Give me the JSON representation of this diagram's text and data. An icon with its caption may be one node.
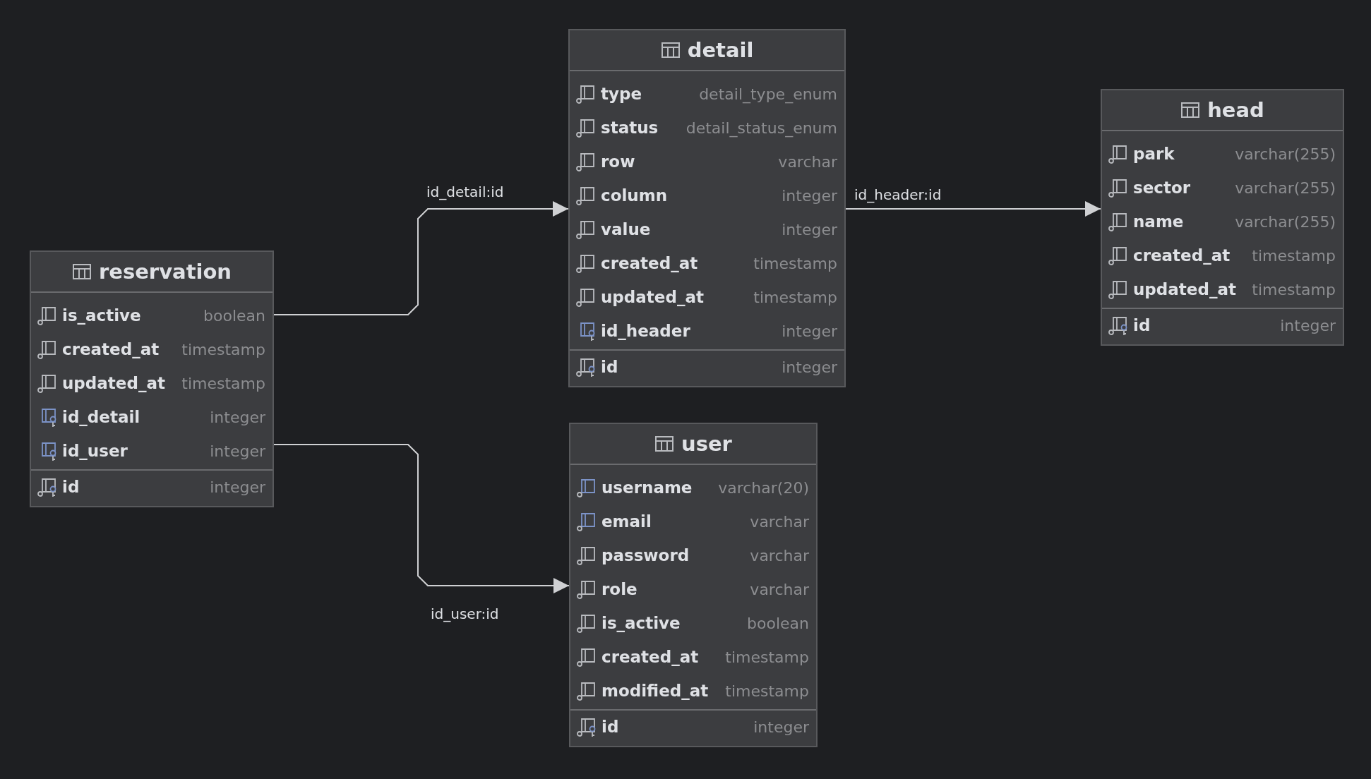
{
  "diagram": {
    "nodes": [
      {
        "text": [
          "reservation"
        ]
      },
      {
        "text": [
          "is_active",
          "boolean"
        ],
        "in": 0
      },
      {
        "text": [
          "created_at",
          "timestamp"
        ],
        "in": 0
      },
      {
        "text": [
          "updated_at",
          "timestamp"
        ],
        "in": 0
      },
      {
        "text": [
          "id_detail",
          "integer"
        ],
        "in": 0
      },
      {
        "text": [
          "id_user",
          "integer"
        ],
        "in": 0
      },
      {
        "text": [
          "id",
          "integer"
        ],
        "in": 0
      },
      {
        "text": [
          "detail"
        ]
      },
      {
        "text": [
          "type",
          "detail_type_enum"
        ],
        "in": 7
      },
      {
        "text": [
          "status",
          "detail_status_enum"
        ],
        "in": 7
      },
      {
        "text": [
          "row",
          "varchar"
        ],
        "in": 7
      },
      {
        "text": [
          "column",
          "integer"
        ],
        "in": 7
      },
      {
        "text": [
          "value",
          "integer"
        ],
        "in": 7
      },
      {
        "text": [
          "created_at",
          "timestamp"
        ],
        "in": 7
      },
      {
        "text": [
          "updated_at",
          "timestamp"
        ],
        "in": 7
      },
      {
        "text": [
          "id_header",
          "integer"
        ],
        "in": 7
      },
      {
        "text": [
          "id",
          "integer"
        ],
        "in": 7
      },
      {
        "text": [
          "head"
        ]
      },
      {
        "text": [
          "park",
          "varchar(255)"
        ],
        "in": 17
      },
      {
        "text": [
          "sector",
          "varchar(255)"
        ],
        "in": 17
      },
      {
        "text": [
          "name",
          "varchar(255)"
        ],
        "in": 17
      },
      {
        "text": [
          "created_at",
          "timestamp"
        ],
        "in": 17
      },
      {
        "text": [
          "updated_at",
          "timestamp"
        ],
        "in": 17
      },
      {
        "text": [
          "id",
          "integer"
        ],
        "in": 17
      },
      {
        "text": [
          "user"
        ]
      },
      {
        "text": [
          "username",
          "varchar(20)"
        ],
        "in": 24
      },
      {
        "text": [
          "email",
          "varchar"
        ],
        "in": 24
      },
      {
        "text": [
          "password",
          "varchar"
        ],
        "in": 24
      },
      {
        "text": [
          "role",
          "varchar"
        ],
        "in": 24
      },
      {
        "text": [
          "is_active",
          "boolean"
        ],
        "in": 24
      },
      {
        "text": [
          "created_at",
          "timestamp"
        ],
        "in": 24
      },
      {
        "text": [
          "modified_at",
          "timestamp"
        ],
        "in": 24
      },
      {
        "text": [
          "id",
          "integer"
        ],
        "in": 24
      }
    ],
    "edges": [
      {
        "from": 0,
        "to": 7,
        "arrow": "to",
        "label": "id_detail:id"
      },
      {
        "from": 7,
        "to": 17,
        "arrow": "to",
        "label": "id_header:id"
      },
      {
        "from": 0,
        "to": 24,
        "arrow": "to",
        "label": "id_user:id"
      }
    ]
  }
}
